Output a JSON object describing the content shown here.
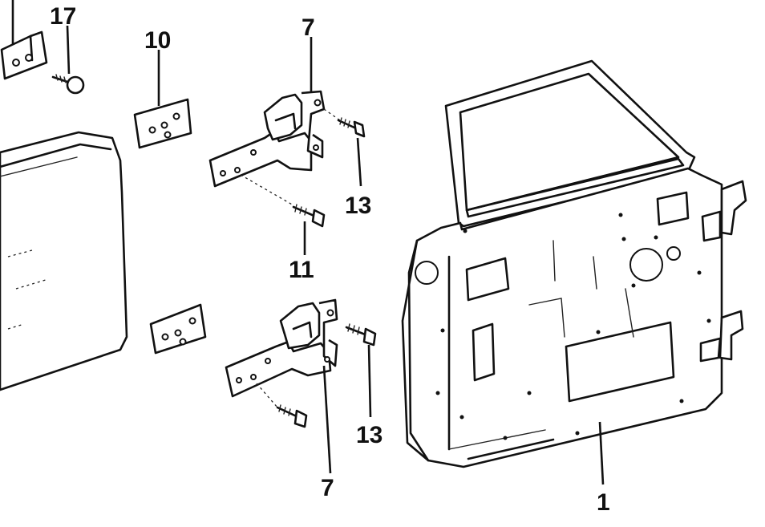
{
  "diagram": {
    "callouts": {
      "c17": "17",
      "c10": "10",
      "c7_top": "7",
      "c13_top": "13",
      "c11": "11",
      "c13_bottom": "13",
      "c7_bottom": "7",
      "c1": "1"
    }
  }
}
